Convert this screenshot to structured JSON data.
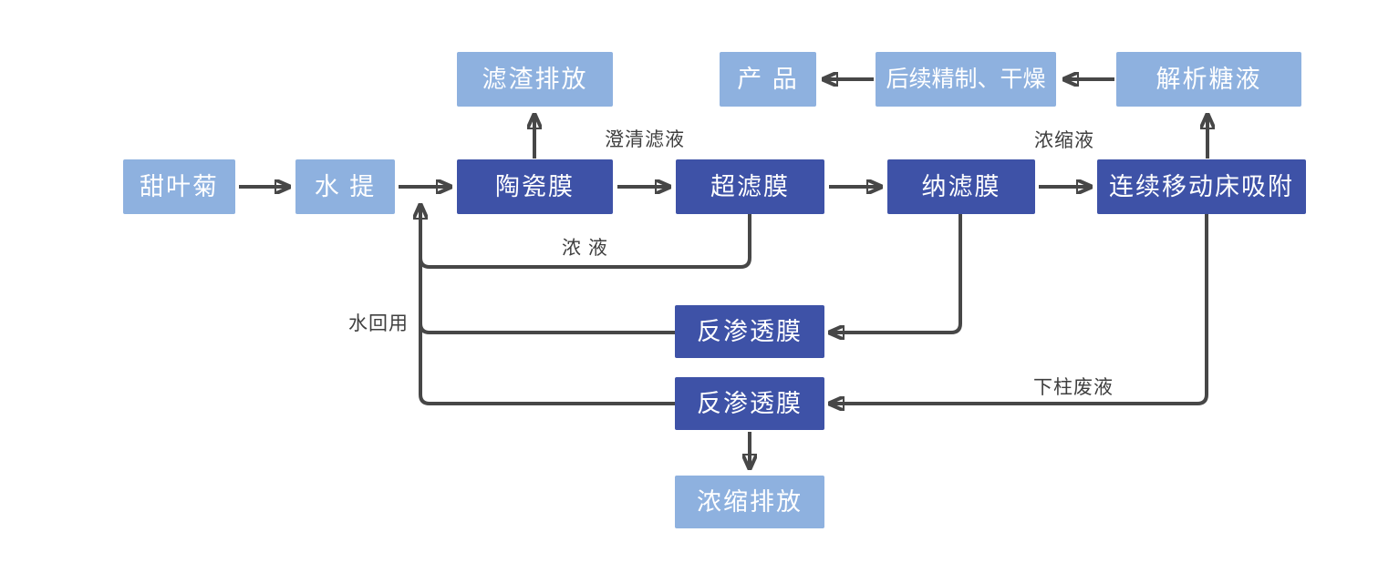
{
  "diagram": {
    "description": "Stevia extraction membrane process flow diagram",
    "colors": {
      "light_box": "#8EB1DF",
      "dark_box": "#3E52A7",
      "line": "#474747",
      "box_text": "#FFFFFF",
      "label_text": "#3F3F3F",
      "background": "#FFFFFF"
    },
    "nodes": [
      {
        "id": "stevia",
        "label": "甜叶菊",
        "style": "light"
      },
      {
        "id": "water-extraction",
        "label": "水 提",
        "style": "light"
      },
      {
        "id": "ceramic-membrane",
        "label": "陶瓷膜",
        "style": "dark"
      },
      {
        "id": "ultrafiltration",
        "label": "超滤膜",
        "style": "dark"
      },
      {
        "id": "nanofiltration",
        "label": "纳滤膜",
        "style": "dark"
      },
      {
        "id": "moving-bed",
        "label": "连续移动床吸附",
        "style": "dark"
      },
      {
        "id": "residue-discharge",
        "label": "滤渣排放",
        "style": "light"
      },
      {
        "id": "product",
        "label": "产 品",
        "style": "light"
      },
      {
        "id": "refine-dry",
        "label": "后续精制、干燥",
        "style": "light"
      },
      {
        "id": "desorbed-liquid",
        "label": "解析糖液",
        "style": "light"
      },
      {
        "id": "reverse-osmosis-1",
        "label": "反渗透膜",
        "style": "dark"
      },
      {
        "id": "reverse-osmosis-2",
        "label": "反渗透膜",
        "style": "dark"
      },
      {
        "id": "conc-discharge",
        "label": "浓缩排放",
        "style": "light"
      }
    ],
    "edge_labels": [
      {
        "id": "clarified-filtrate",
        "text": "澄清滤液"
      },
      {
        "id": "concentrated-liquid",
        "text": "浓缩液"
      },
      {
        "id": "concentrate",
        "text": "浓 液"
      },
      {
        "id": "water-reuse",
        "text": "水回用"
      },
      {
        "id": "column-waste",
        "text": "下柱废液"
      }
    ],
    "edges": [
      {
        "from": "甜叶菊",
        "to": "水 提"
      },
      {
        "from": "水 提",
        "to": "陶瓷膜"
      },
      {
        "from": "陶瓷膜",
        "to": "滤渣排放"
      },
      {
        "from": "陶瓷膜",
        "to": "超滤膜",
        "label": "澄清滤液"
      },
      {
        "from": "超滤膜",
        "to": "纳滤膜"
      },
      {
        "from": "纳滤膜",
        "to": "连续移动床吸附",
        "label": "浓缩液"
      },
      {
        "from": "连续移动床吸附",
        "to": "解析糖液"
      },
      {
        "from": "解析糖液",
        "to": "后续精制、干燥"
      },
      {
        "from": "后续精制、干燥",
        "to": "产 品"
      },
      {
        "from": "超滤膜",
        "to": "水 提",
        "label": "浓 液",
        "type": "recycle"
      },
      {
        "from": "纳滤膜",
        "to": "反渗透膜",
        "type": "down"
      },
      {
        "from": "反渗透膜",
        "to": "水 提",
        "label": "水回用",
        "type": "recycle"
      },
      {
        "from": "连续移动床吸附",
        "to": "反渗透膜",
        "label": "下柱废液"
      },
      {
        "from": "反渗透膜",
        "to": "浓缩排放"
      }
    ]
  }
}
